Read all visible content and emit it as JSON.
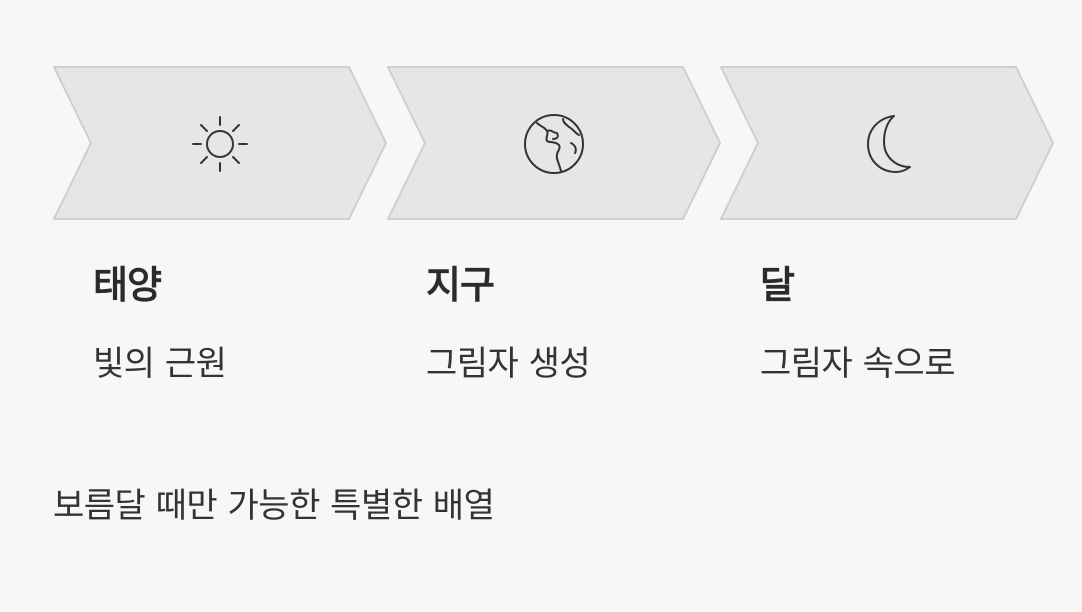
{
  "colors": {
    "background": "#f7f7f7",
    "chevron_fill": "#e6e6e6",
    "chevron_stroke": "#cfcfcf",
    "icon_stroke": "#333333",
    "text": "#2b2b2b"
  },
  "steps": [
    {
      "icon": "sun-icon",
      "title": "태양",
      "description": "빛의 근원"
    },
    {
      "icon": "earth-icon",
      "title": "지구",
      "description": "그림자 생성"
    },
    {
      "icon": "moon-icon",
      "title": "달",
      "description": "그림자 속으로"
    }
  ],
  "footer": {
    "text": "보름달 때만 가능한 특별한 배열"
  }
}
